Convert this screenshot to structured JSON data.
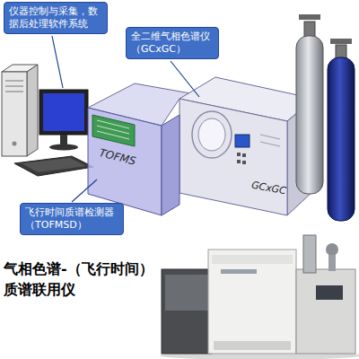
{
  "diagram": {
    "caption": "气相色谱-（飞行时间）质谱联用仪",
    "nodes": [
      {
        "text": [
          "仪器控制与采集，数据后处理软件系统"
        ]
      },
      {
        "text": [
          "全二维气相色谱仪 （GCxGC）"
        ]
      },
      {
        "text": [
          "飞行时间质谱检测器 （TOFMSD）"
        ]
      }
    ],
    "labels": [
      "TOFMS",
      "GCxGC"
    ]
  }
}
